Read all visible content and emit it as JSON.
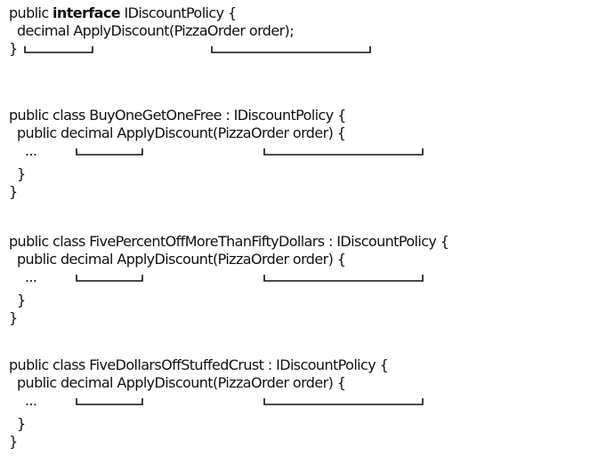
{
  "blocks": [
    {
      "lines": [
        {
          "pre": "public ",
          "kw": "interface",
          "post": " IDiscountPolicy {"
        },
        {
          "text": "  decimal ApplyDiscount(PizzaOrder order);"
        },
        {
          "text": "}"
        }
      ]
    },
    {
      "lines": [
        {
          "text": "public class BuyOneGetOneFree : IDiscountPolicy {"
        },
        {
          "text": "  public decimal ApplyDiscount(PizzaOrder order) {"
        },
        {
          "text": "    ..."
        },
        {
          "text": "  }"
        },
        {
          "text": "}"
        }
      ]
    },
    {
      "lines": [
        {
          "text": "public class FivePercentOffMoreThanFiftyDollars : IDiscountPolicy {"
        },
        {
          "text": "  public decimal ApplyDiscount(PizzaOrder order) {"
        },
        {
          "text": "    ..."
        },
        {
          "text": "  }"
        },
        {
          "text": "}"
        }
      ]
    },
    {
      "lines": [
        {
          "text": "public class FiveDollarsOffStuffedCrust : IDiscountPolicy {"
        },
        {
          "text": "  public decimal ApplyDiscount(PizzaOrder order) {"
        },
        {
          "text": "    ..."
        },
        {
          "text": "  }"
        },
        {
          "text": "}"
        }
      ]
    }
  ]
}
